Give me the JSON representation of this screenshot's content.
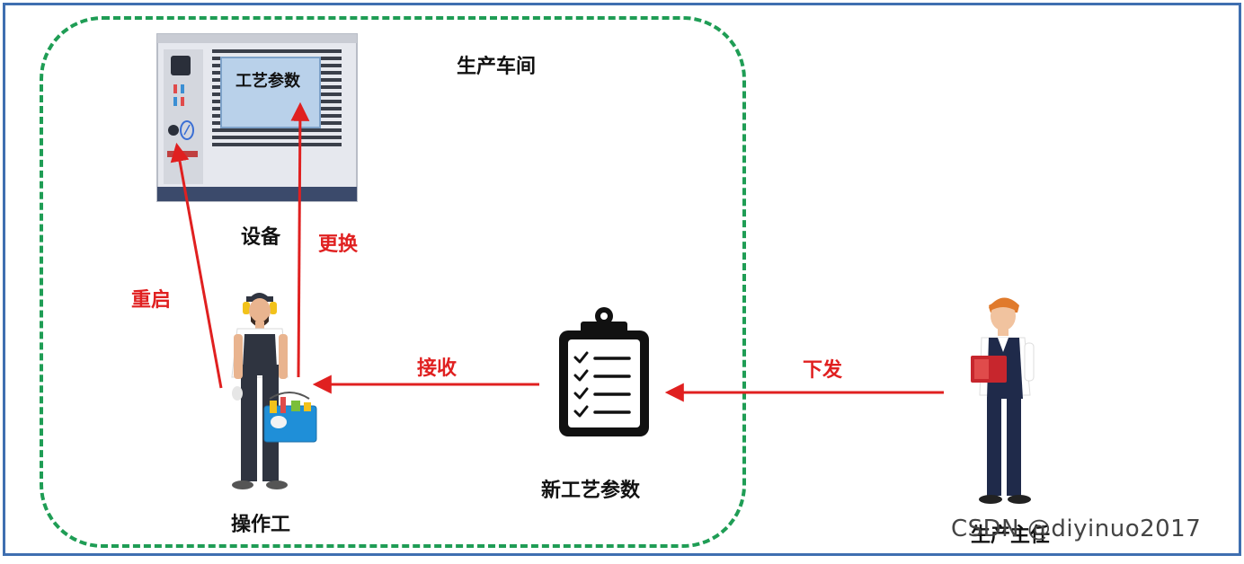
{
  "zone": {
    "title": "生产车间"
  },
  "device": {
    "screen_text": "工艺参数",
    "label": "设备"
  },
  "actions": {
    "restart": "重启",
    "replace": "更换",
    "receive": "接收",
    "issue": "下发"
  },
  "operator": {
    "label": "操作工"
  },
  "document": {
    "label": "新工艺参数"
  },
  "supervisor": {
    "label": "生产主任"
  },
  "watermark": "CSDN @diyinuo2017",
  "colors": {
    "frame": "#3f6fb0",
    "zone_border": "#1f9d55",
    "arrow": "#e02020"
  },
  "icons": {
    "device": "control-cabinet-icon",
    "document": "clipboard-checklist-icon",
    "operator": "worker-icon",
    "supervisor": "supervisor-icon"
  }
}
